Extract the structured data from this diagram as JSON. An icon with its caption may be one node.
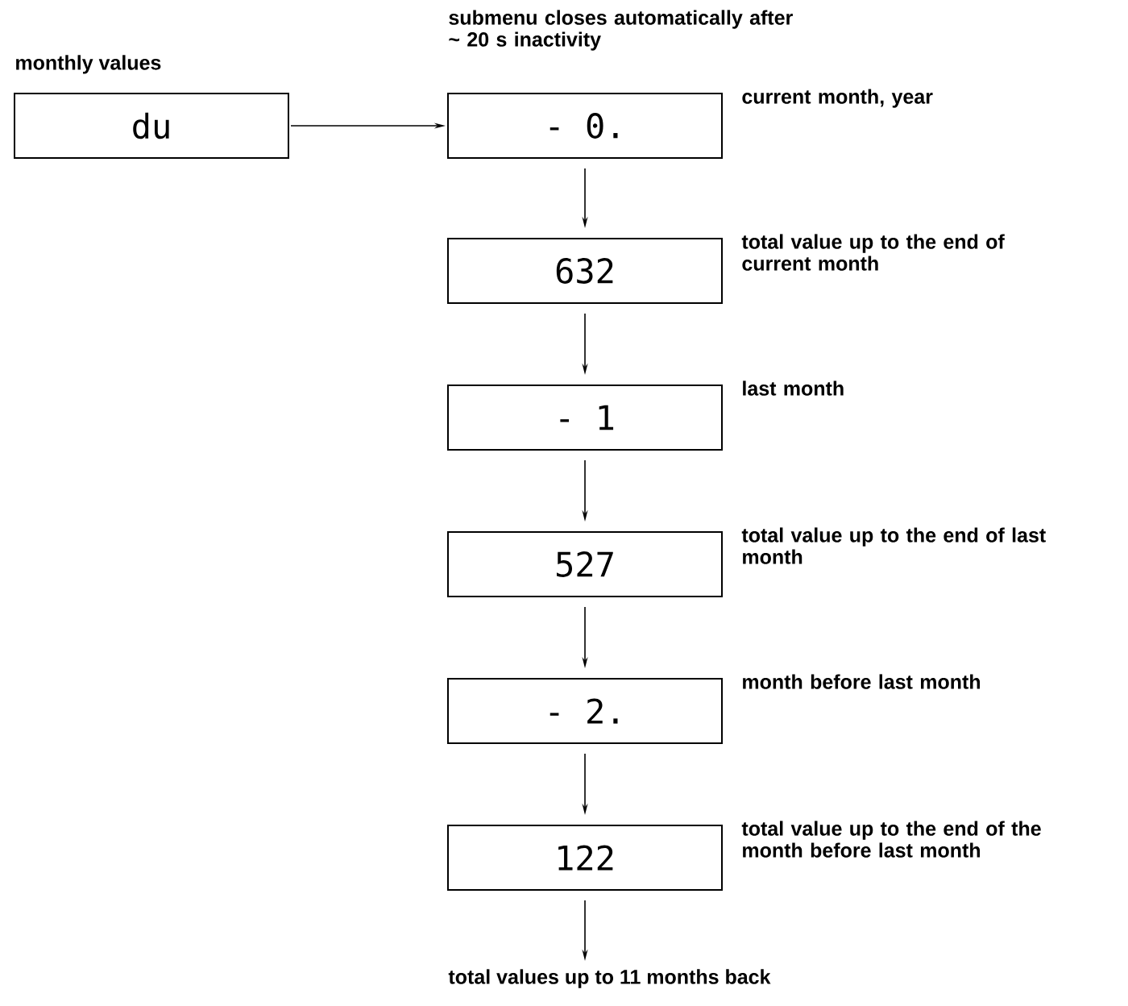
{
  "diagram": {
    "nodes": [
      {
        "text": [
          "du"
        ],
        "beside": [
          "monthly values"
        ]
      },
      {
        "text": [
          "- 0."
        ],
        "beside": [
          "current month, year"
        ]
      },
      {
        "text": [
          "632"
        ],
        "beside": [
          "total value up to the end of current month"
        ]
      },
      {
        "text": [
          "- 1"
        ],
        "beside": [
          "last month"
        ]
      },
      {
        "text": [
          "527"
        ],
        "beside": [
          "total value up to the end of last month"
        ]
      },
      {
        "text": [
          "- 2."
        ],
        "beside": [
          "month before last month"
        ]
      },
      {
        "text": [
          "122"
        ],
        "beside": [
          "total value up to the end of the month before last month"
        ]
      },
      {
        "text": [
          "total values up to 11 months back"
        ]
      }
    ],
    "edges": [
      {
        "from": 0,
        "to": 1,
        "arrow": "to"
      },
      {
        "from": 1,
        "to": 2,
        "arrow": "to"
      },
      {
        "from": 2,
        "to": 3,
        "arrow": "to"
      },
      {
        "from": 3,
        "to": 4,
        "arrow": "to"
      },
      {
        "from": 4,
        "to": 5,
        "arrow": "to"
      },
      {
        "from": 5,
        "to": 6,
        "arrow": "to"
      },
      {
        "from": 6,
        "to": 7,
        "arrow": "to"
      }
    ],
    "labels": [
      "submenu closes automatically after ~ 20 s inactivity"
    ]
  }
}
